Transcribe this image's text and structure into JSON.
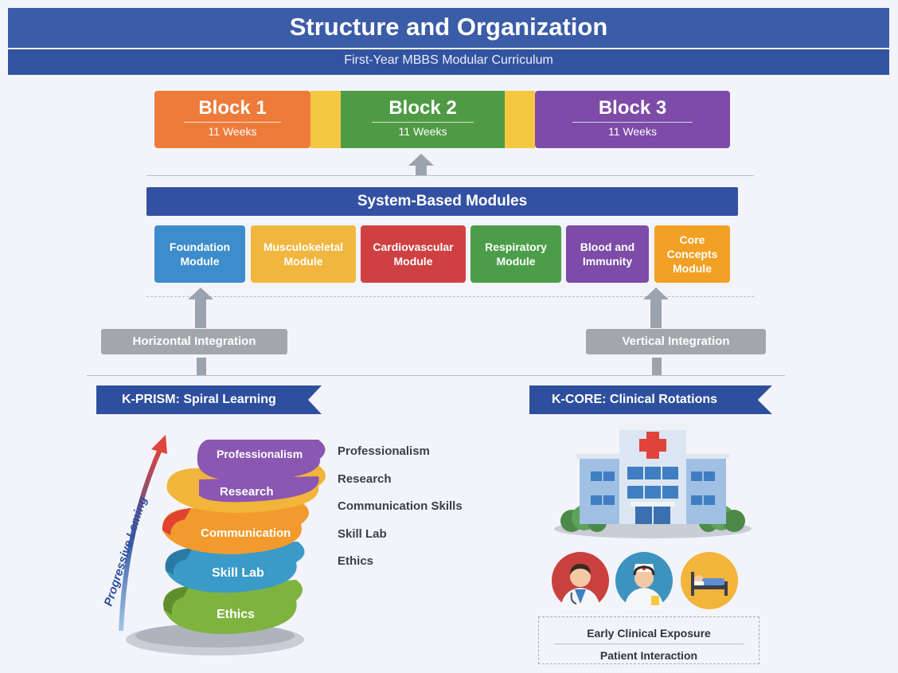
{
  "header": {
    "title": "Structure and Organization",
    "subtitle": "First-Year MBBS Modular Curriculum"
  },
  "blocks": [
    {
      "title": "Block 1",
      "weeks": "11 Weeks",
      "color": "#ee7b3a"
    },
    {
      "title": "Block 2",
      "weeks": "11 Weeks",
      "color": "#4f9b45"
    },
    {
      "title": "Block 3",
      "weeks": "11 Weeks",
      "color": "#7d4ba8"
    }
  ],
  "system_modules": {
    "title": "System-Based Modules",
    "modules": [
      {
        "label": "Foundation\nModule",
        "color": "#3d8ccc"
      },
      {
        "label": "Musculokeletal\nModule",
        "color": "#f1b63e"
      },
      {
        "label": "Cardiovascular\nModule",
        "color": "#cf4043"
      },
      {
        "label": "Respiratory\nModule",
        "color": "#4c9d49"
      },
      {
        "label": "Blood and\nImmunity",
        "color": "#7d4ba8"
      },
      {
        "label": "Core\nConcepts\nModule",
        "color": "#f2a024"
      }
    ]
  },
  "integration": {
    "horizontal": "Horizontal Integration",
    "vertical": "Vertical Integration"
  },
  "k_prism": {
    "title": "K-PRISM: Spiral Learning",
    "axis_label": "Progressive Leming",
    "bands": [
      "Professionalism",
      "Research",
      "Communication",
      "Skill Lab",
      "Ethics"
    ],
    "list": [
      "Professionalism",
      "Research",
      "Communication Skills",
      "Skill Lab",
      "Ethics"
    ]
  },
  "k_core": {
    "title": "K-CORE: Clinical Rotations",
    "items": [
      "Early Clinical Exposure",
      "Patient Interaction"
    ]
  }
}
